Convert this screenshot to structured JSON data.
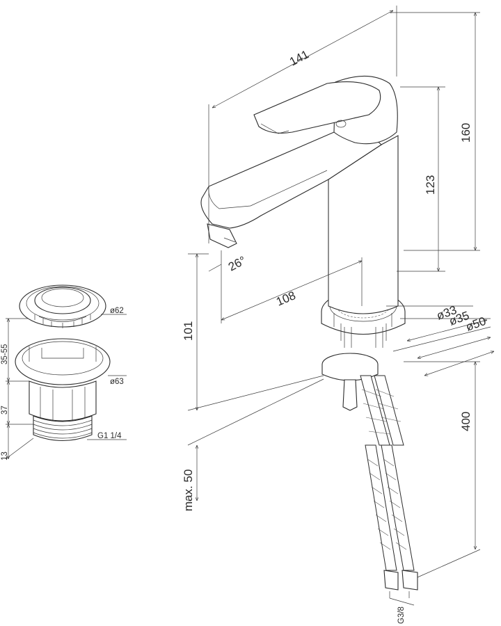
{
  "faucet": {
    "dims": {
      "d141": "141",
      "d160": "160",
      "d123": "123",
      "d108": "108",
      "d101": "101",
      "d400": "400",
      "dmax50": "max. 50",
      "angle": "26°",
      "dia33": "ø33",
      "dia35": "ø35",
      "dia50": "ø50",
      "thread": "G3/8"
    }
  },
  "drain": {
    "dims": {
      "dia62": "ø62",
      "dia63": "ø63",
      "h3555": "35-55",
      "h37": "37",
      "h13": "13",
      "thread": "G1 1/4"
    }
  }
}
